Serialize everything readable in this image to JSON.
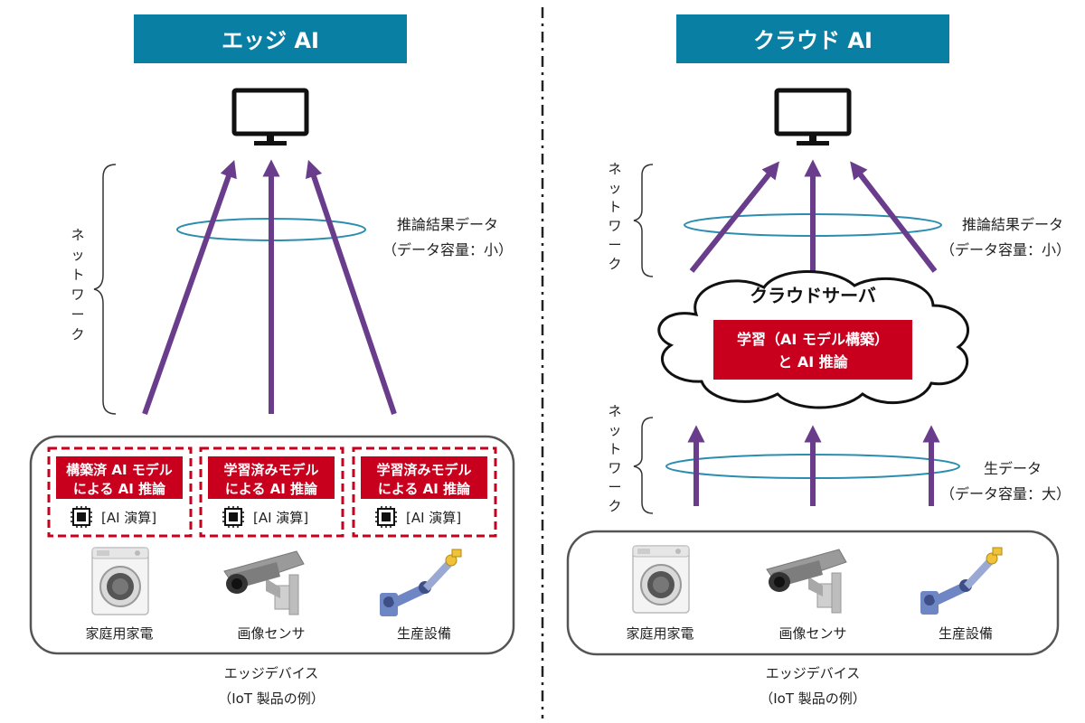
{
  "edge": {
    "header": "エッジ AI",
    "network_label": "ネットワーク",
    "data_label_line1": "推論結果データ",
    "data_label_line2": "（データ容量：小）",
    "device_boxes": [
      {
        "line1": "構築済 AI モデル",
        "line2": "による AI 推論",
        "chip": "[AI 演算]"
      },
      {
        "line1": "学習済みモデル",
        "line2": "による AI 推論",
        "chip": "[AI 演算]"
      },
      {
        "line1": "学習済みモデル",
        "line2": "による AI 推論",
        "chip": "[AI 演算]"
      }
    ],
    "devices": [
      "家庭用家電",
      "画像センサ",
      "生産設備"
    ],
    "caption_line1": "エッジデバイス",
    "caption_line2": "（IoT 製品の例）"
  },
  "cloud": {
    "header": "クラウド AI",
    "network_label": "ネットワーク",
    "result_label_line1": "推論結果データ",
    "result_label_line2": "（データ容量：小）",
    "server_title": "クラウドサーバ",
    "server_box_line1": "学習（AI モデル構築）",
    "server_box_line2": "と AI 推論",
    "raw_label_line1": "生データ",
    "raw_label_line2": "（データ容量：大）",
    "devices": [
      "家庭用家電",
      "画像センサ",
      "生産設備"
    ],
    "caption_line1": "エッジデバイス",
    "caption_line2": "（IoT 製品の例）"
  },
  "colors": {
    "header_bg": "#0a7fa4",
    "arrow": "#6a3d8c",
    "red": "#c8001e",
    "ring": "#2b8db0",
    "frame": "#555555"
  }
}
